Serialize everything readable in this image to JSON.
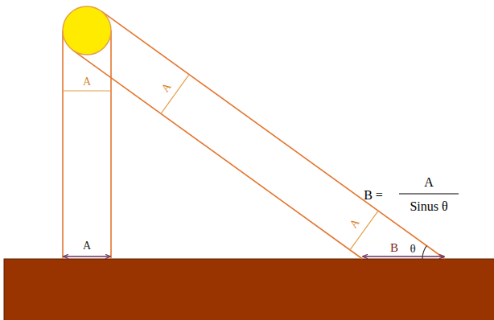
{
  "diagram": {
    "labels": [
      "A",
      "A",
      "B =",
      "A",
      "Sinus θ",
      "A",
      "B",
      "θ",
      "A"
    ]
  }
}
